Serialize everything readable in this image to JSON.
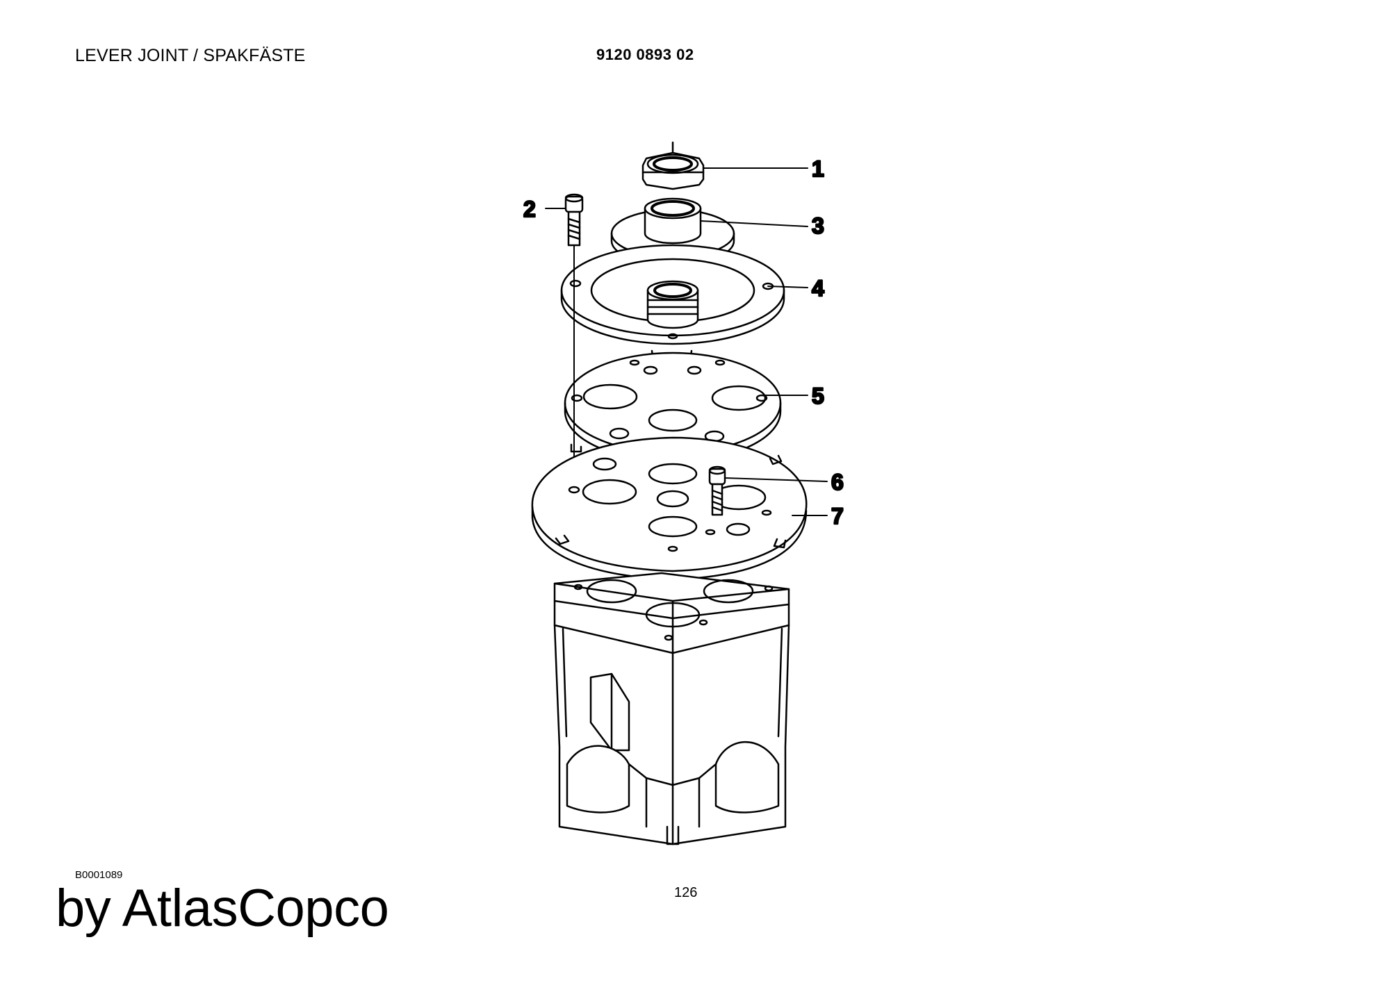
{
  "header": {
    "title": "LEVER JOINT / SPAKFÄSTE",
    "part_number": "9120 0893 02"
  },
  "drawing": {
    "reference": "B0001089",
    "callouts": [
      "1",
      "2",
      "3",
      "4",
      "5",
      "6",
      "7"
    ]
  },
  "footer": {
    "page_number": "126",
    "brand": "by AtlasCopco"
  }
}
